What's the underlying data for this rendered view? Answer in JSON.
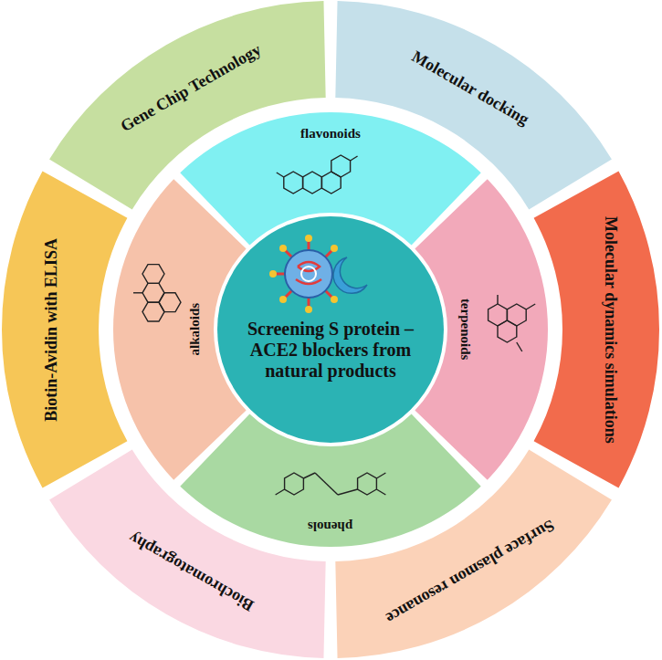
{
  "diagram": {
    "nodes": [
      {
        "text": [
          "Screening S protein – ACE2 blockers from natural products"
        ]
      },
      {
        "text": [
          "Gene Chip Technology"
        ]
      },
      {
        "text": [
          "Molecular docking"
        ]
      },
      {
        "text": [
          "Molecular dynamics simulations"
        ]
      },
      {
        "text": [
          "Surface plasmon resonance"
        ]
      },
      {
        "text": [
          "Biochromatography"
        ]
      },
      {
        "text": [
          "Biotin-Avidin with ELISA"
        ]
      },
      {
        "text": [
          "flavonoids"
        ]
      },
      {
        "text": [
          "terpenoids"
        ]
      },
      {
        "text": [
          "phenols"
        ]
      },
      {
        "text": [
          "alkaloids"
        ]
      }
    ]
  }
}
